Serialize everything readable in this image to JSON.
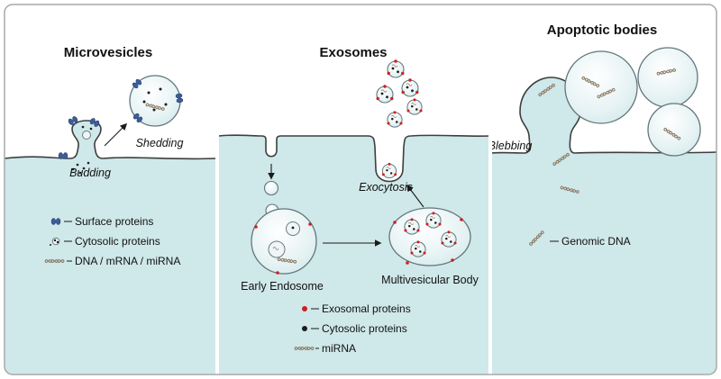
{
  "figure": {
    "panels": {
      "microvesicles": {
        "title": "Microvesicles",
        "budding": "Budding",
        "shedding": "Shedding",
        "legend": {
          "surface": "Surface proteins",
          "cytosolic": "Cytosolic proteins",
          "nucleic": "DNA / mRNA / miRNA"
        }
      },
      "exosomes": {
        "title": "Exosomes",
        "exocytosis": "Exocytosis",
        "early_endosome": "Early Endosome",
        "mvb": "Multivesicular Body",
        "legend": {
          "exosomal": "Exosomal proteins",
          "cytosolic": "Cytosolic proteins",
          "mirna": "miRNA"
        }
      },
      "apoptotic": {
        "title": "Apoptotic bodies",
        "blebbing": "Blebbing",
        "genomic_dna": "Genomic DNA"
      }
    },
    "icons": {
      "surface_protein": "paired-blue-ovals-icon",
      "cytosolic_protein": "black-dot-icon",
      "exosomal_protein": "red-dot-icon",
      "nucleic_acid": "dna-helix-squiggle-icon"
    },
    "colors": {
      "cytoplasm": "#cfe8ea",
      "membrane": "#3e3e3e",
      "surface_protein": "#3c5d9c",
      "exosomal_protein": "#cf1f1f",
      "cytosolic_protein": "#1c1c1c",
      "nucleic_acid": "#8d7e67",
      "border": "#a8a8a8"
    }
  }
}
